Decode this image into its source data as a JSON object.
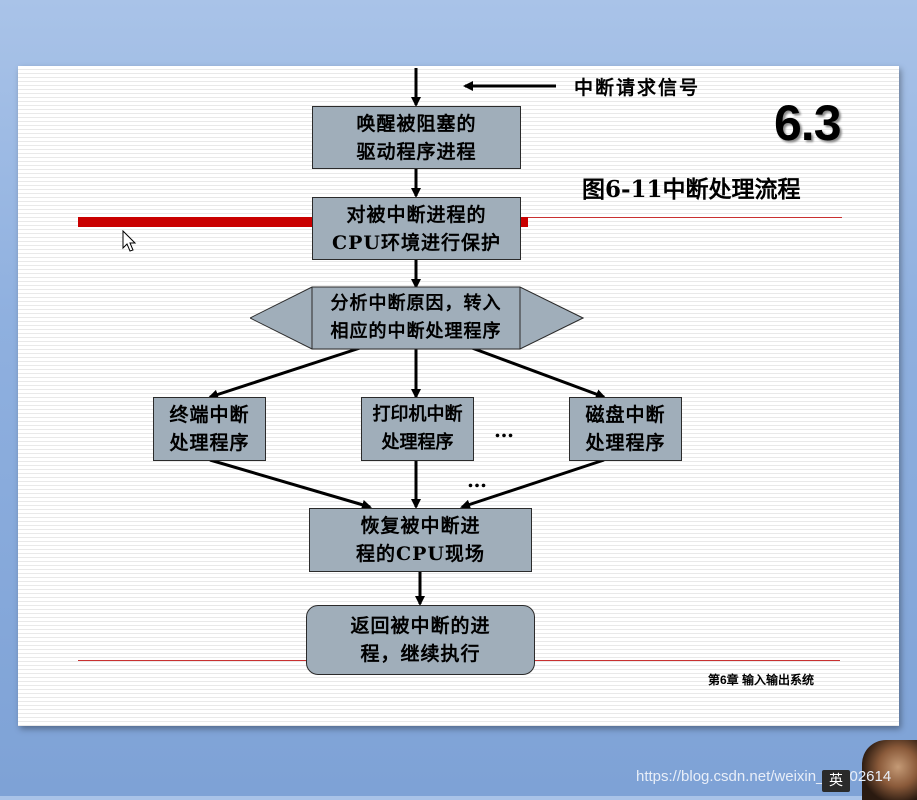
{
  "slide": {
    "section_number": "6.3",
    "figure_caption": "图6-11中断处理流程",
    "interrupt_signal_label": "中断请求信号",
    "footer": "第6章 输入输出系统"
  },
  "flow": {
    "wake_driver": "唤醒被阻塞的\n驱动程序进程",
    "save_context": "对被中断进程的\nCPU环境进行保护",
    "analyze": "分析中断原因，转入\n相应的中断处理程序",
    "terminal_handler": "终端中断\n处理程序",
    "printer_handler": "打印机中断\n处理程序",
    "disk_handler": "磁盘中断\n处理程序",
    "ellipsis_upper": "…",
    "ellipsis_lower": "…",
    "restore_context": "恢复被中断进\n程的CPU现场",
    "return": "返回被中断的进\n程，继续执行"
  },
  "overlay": {
    "watermark": "https://blog.csdn.net/weixin_43602614",
    "ime_indicator": "英"
  },
  "colors": {
    "box_fill": "#a0aeba",
    "accent_red": "#c90000",
    "background_blue": "#8fb0df"
  }
}
